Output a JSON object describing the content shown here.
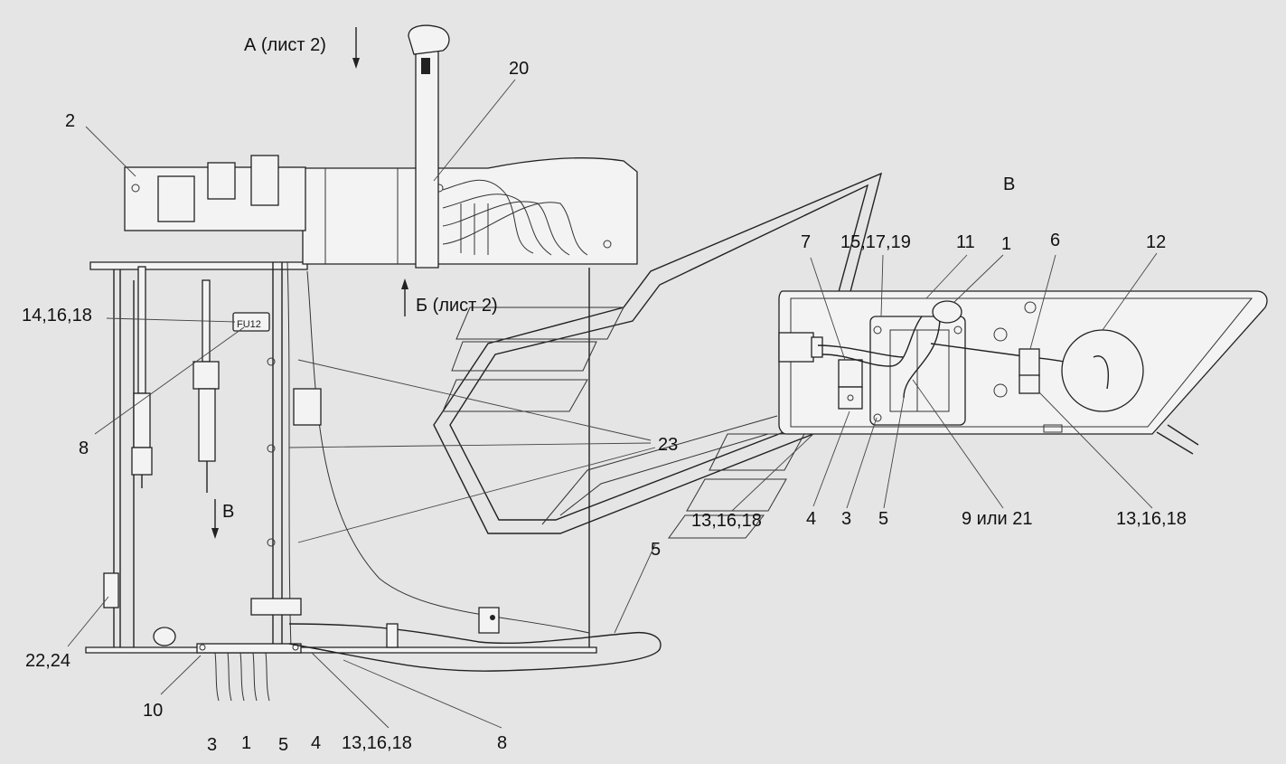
{
  "labels": {
    "view_a": "А (лист 2)",
    "view_b": "Б (лист 2)",
    "view_v_arrow": "В",
    "view_v_title": "В",
    "l2": "2",
    "l20": "20",
    "l14_16_18": "14,16,18",
    "l8_left": "8",
    "l23": "23",
    "l22_24": "22,24",
    "l10": "10",
    "l3_bottom": "3",
    "l1_bottom": "1",
    "l5_bottom": "5",
    "l4_bottom": "4",
    "l13_16_18_bottom": "13,16,18",
    "l8_bottom": "8",
    "l5_mid": "5",
    "l13_16_18_mid": "13,16,18",
    "l7": "7",
    "l15_17_19": "15,17,19",
    "l11": "11",
    "l1_right": "1",
    "l6": "6",
    "l12": "12",
    "l4_right": "4",
    "l3_right": "3",
    "l5_right": "5",
    "l9_21": "9 или 21",
    "l13_16_18_right": "13,16,18",
    "fuse_text": "FU12"
  },
  "colors": {
    "background": "#e5e5e5",
    "line": "#222222"
  }
}
